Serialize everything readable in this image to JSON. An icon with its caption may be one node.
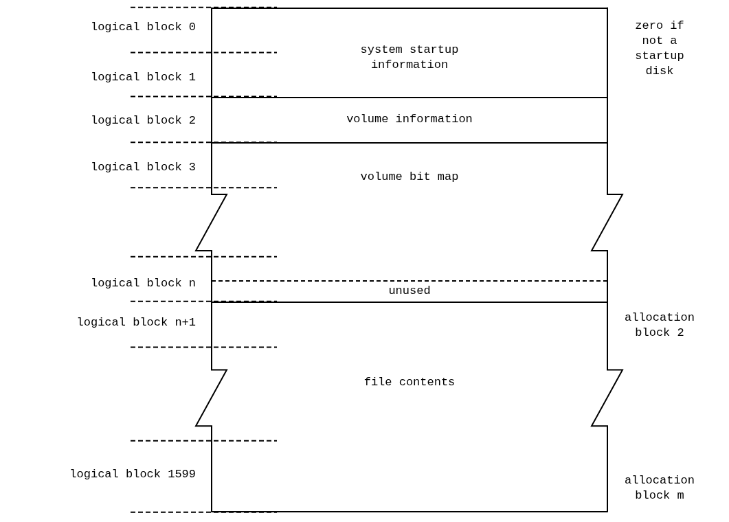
{
  "diagram": {
    "nodes": [
      {
        "text": [
          "system startup information"
        ]
      },
      {
        "text": [
          "volume information"
        ]
      },
      {
        "text": [
          "volume bit map"
        ]
      },
      {
        "text": [
          "unused"
        ]
      },
      {
        "text": [
          "file contents"
        ]
      }
    ],
    "labels": [
      "logical block 0",
      "zero if not a startup disk",
      "logical block 1",
      "logical block 2",
      "logical block 3",
      "logical block n",
      "allocation block 2",
      "logical block n+1",
      "logical block 1599",
      "allocation block m"
    ]
  }
}
